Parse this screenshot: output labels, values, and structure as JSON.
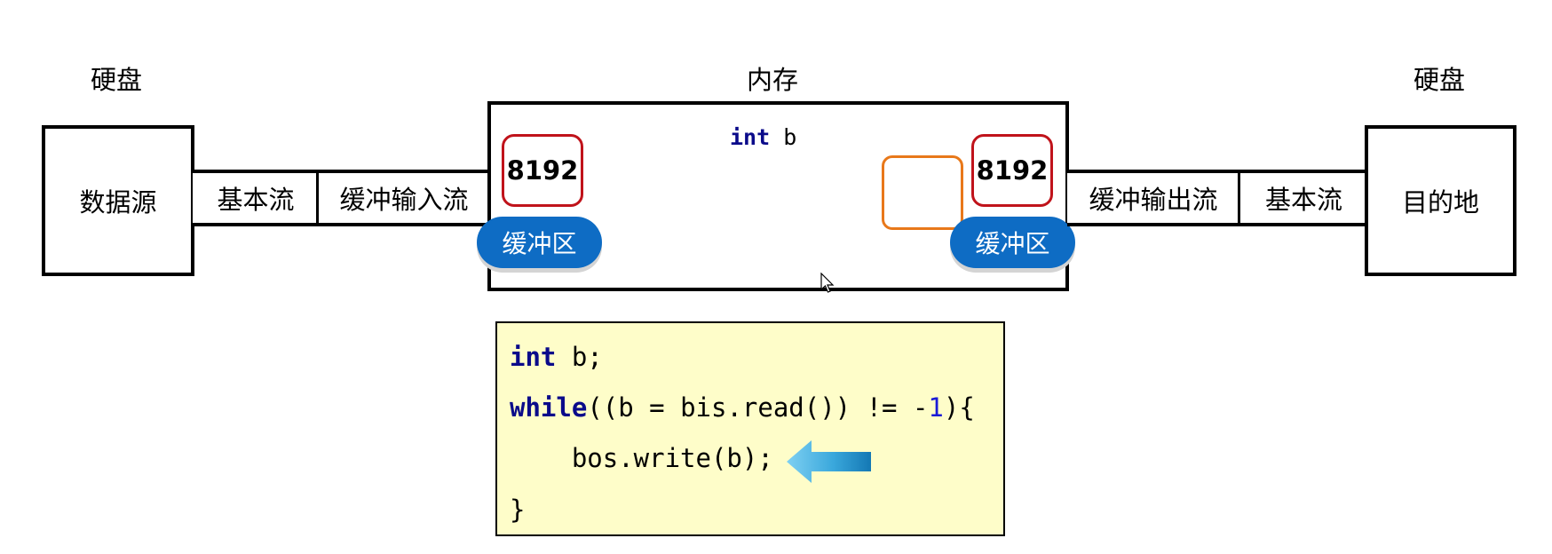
{
  "labels": {
    "left_disk": "硬盘",
    "memory": "内存",
    "right_disk": "硬盘"
  },
  "left": {
    "source": "数据源",
    "basic_stream": "基本流",
    "buffered_input_stream": "缓冲输入流"
  },
  "right": {
    "buffered_output_stream": "缓冲输出流",
    "basic_stream": "基本流",
    "destination": "目的地"
  },
  "memory": {
    "var_type": "int",
    "var_name": "b",
    "left_buffer_size": "8192",
    "right_buffer_size": "8192",
    "left_buffer_label": "缓冲区",
    "right_buffer_label": "缓冲区"
  },
  "code": {
    "line1_kw": "int",
    "line1_rest": " b;",
    "line2_kw": "while",
    "line2_mid": "((b = bis.read()) != -",
    "line2_num": "1",
    "line2_end": "){",
    "line3": "    bos.write(b);",
    "line4": "}"
  },
  "colors": {
    "buffer_pill": "#0e6cc4",
    "count_border": "#c0131b",
    "empty_slot_border": "#e8781a",
    "code_background": "#fefdc9",
    "arrow": "#4ab4e4",
    "keyword": "#0a0a8a"
  },
  "icons": {
    "arrow": "left-arrow-icon",
    "cursor": "mouse-pointer-icon"
  }
}
